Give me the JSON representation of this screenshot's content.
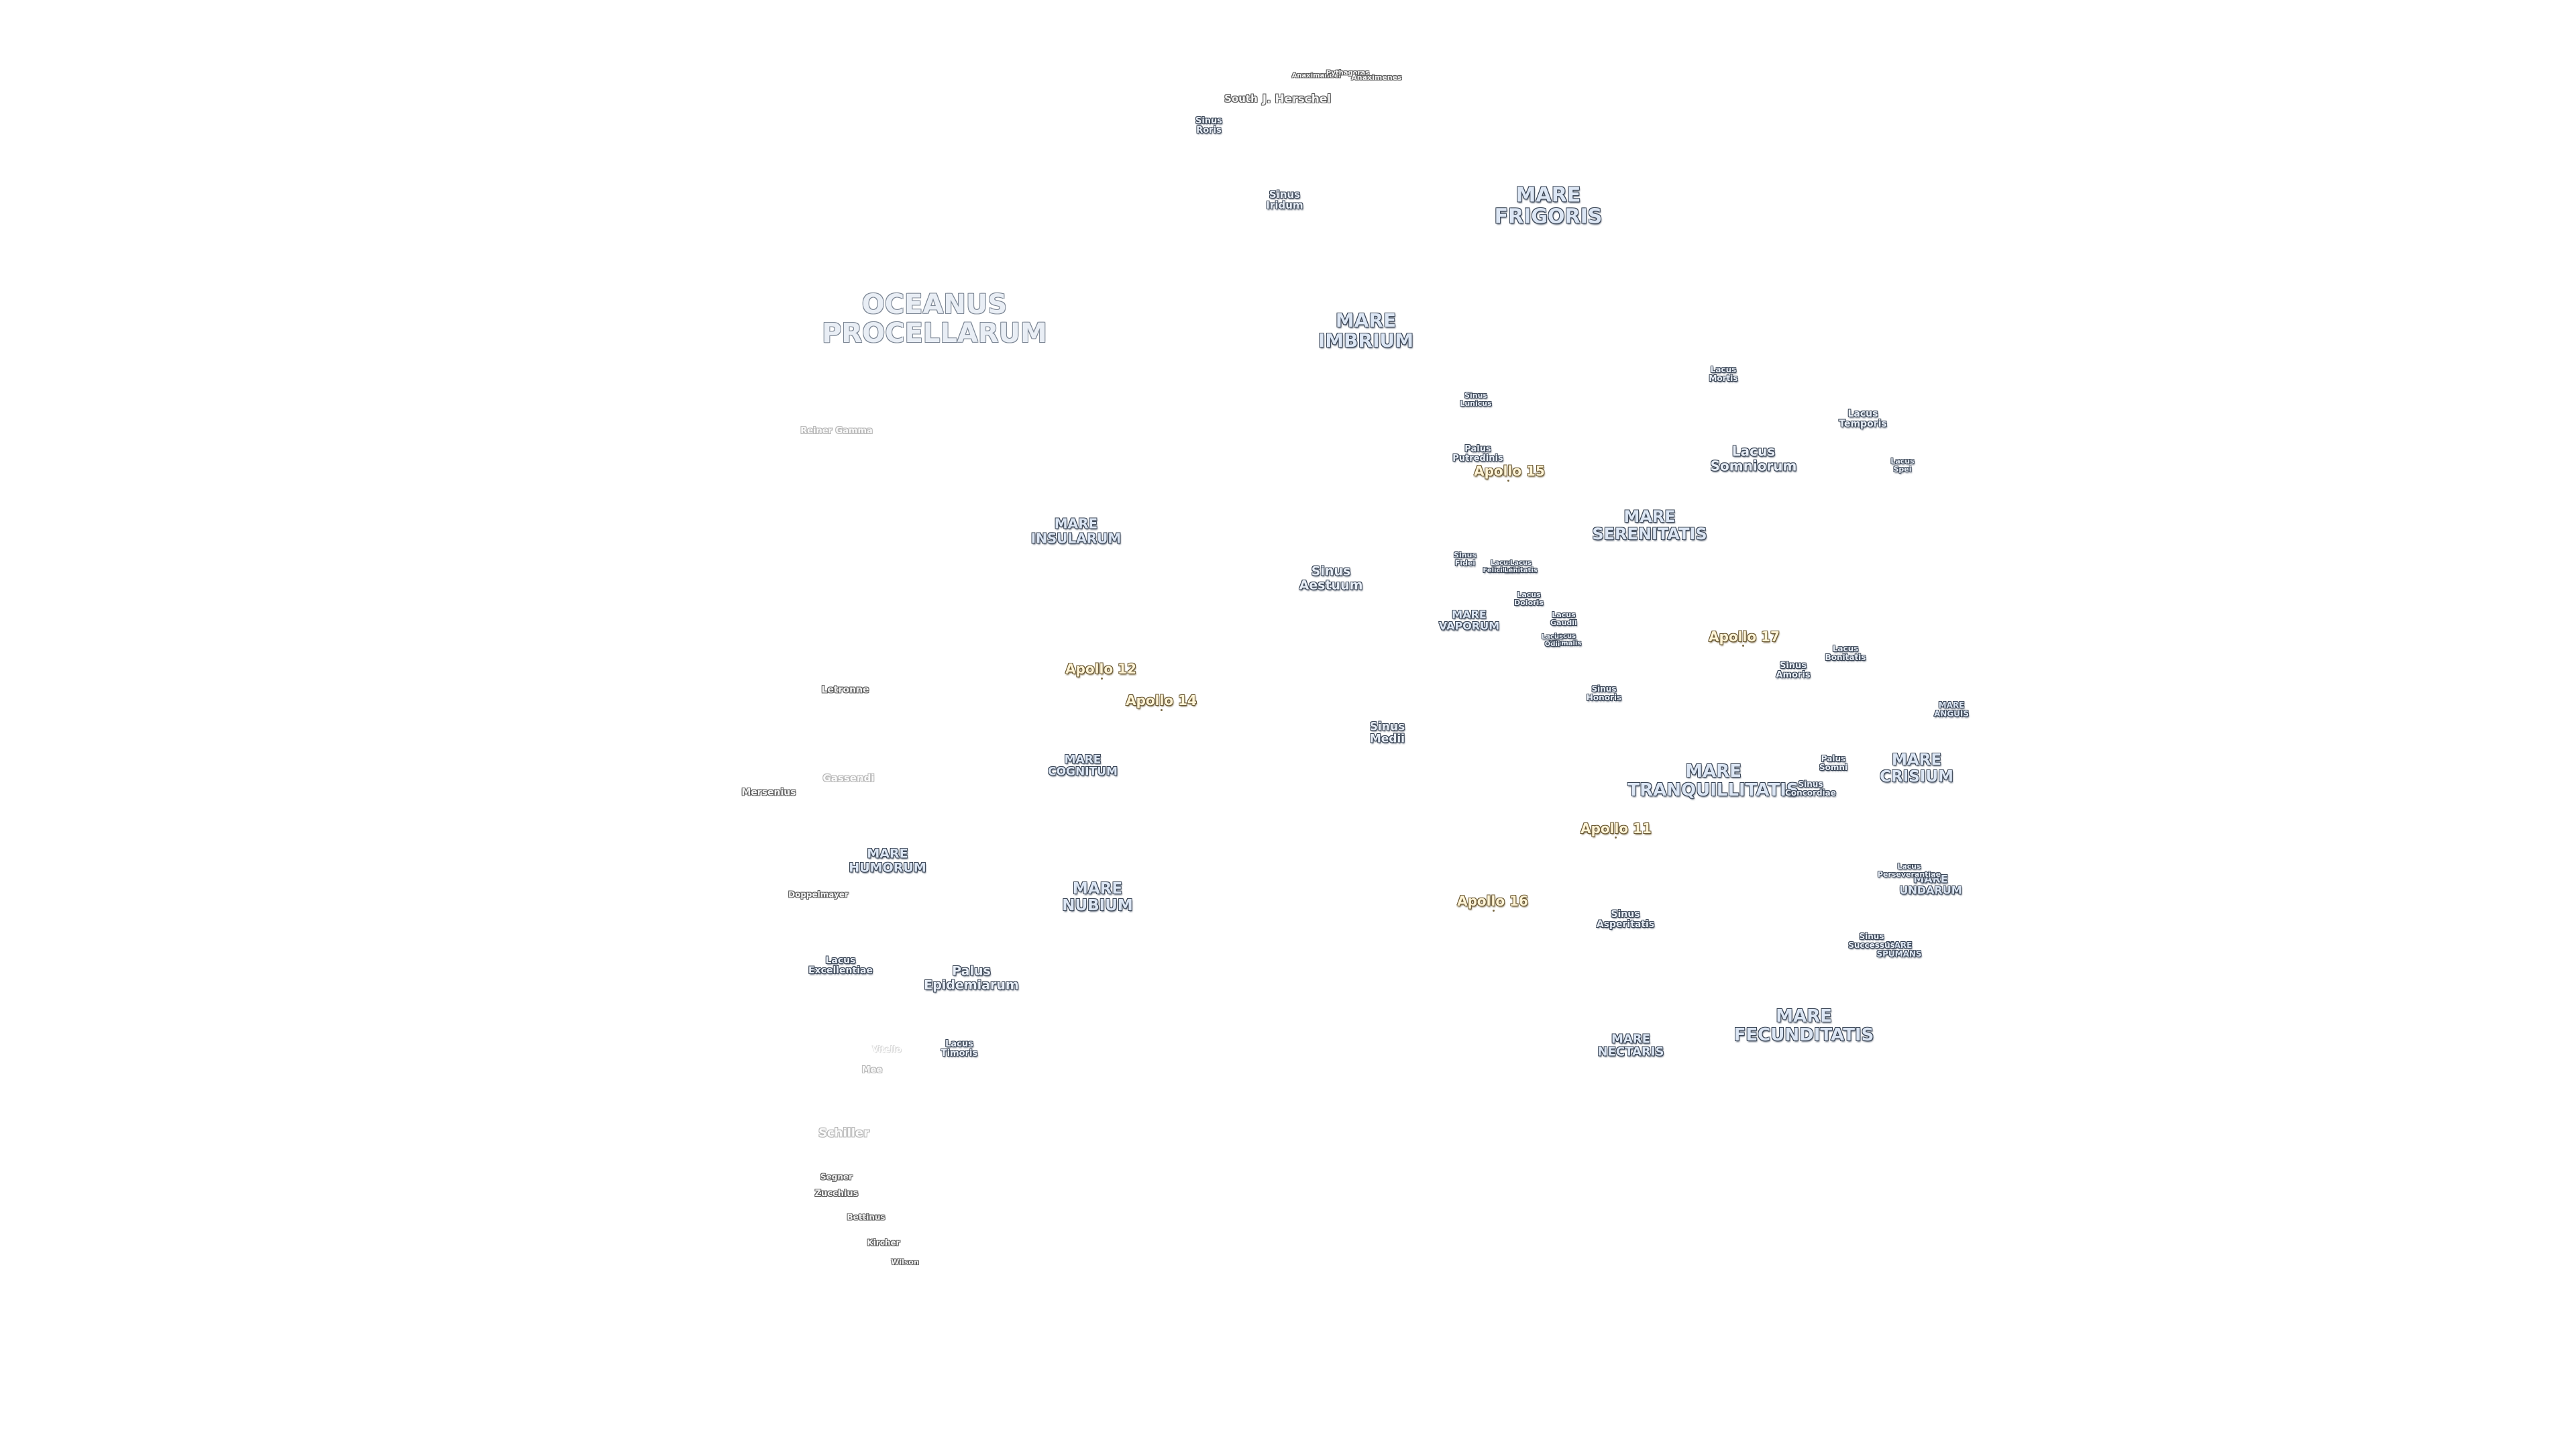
{
  "map": {
    "style": {
      "background": "#ffffff",
      "mare_label_color": "#dce6f4",
      "outline_color": "#3b4656",
      "apollo_label_color": "#fff4d6",
      "apollo_outline_color": "#6b5a36"
    },
    "labels": {
      "oceanus_procellarum": "OCEANUS\nPROCELLARUM",
      "mare_frigoris": "MARE\nFRIGORIS",
      "mare_imbrium": "MARE\nIMBRIUM",
      "mare_insularum": "MARE\nINSULARUM",
      "mare_serenitatis": "MARE\nSERENITATIS",
      "mare_vaporum": "MARE\nVAPORUM",
      "mare_cognitum": "MARE\nCOGNITUM",
      "mare_humorum": "MARE\nHUMORUM",
      "mare_nubium": "MARE\nNUBIUM",
      "mare_tranquillitatis": "MARE\nTRANQUILLITATIS",
      "mare_crisium": "MARE\nCRISIUM",
      "mare_anguis": "MARE\nANGUIS",
      "mare_undarum": "MARE\nUNDARUM",
      "mare_spumans": "MARE\nSPUMANS",
      "mare_nectaris": "MARE\nNECTARIS",
      "mare_fecunditatis": "MARE\nFECUNDITATIS",
      "sinus_roris": "Sinus\nRoris",
      "sinus_iridum": "Sinus\nIridum",
      "sinus_aestuum": "Sinus\nAestuum",
      "sinus_medii": "Sinus\nMedii",
      "sinus_lunicus": "Sinus\nLunicus",
      "sinus_fidei": "Sinus\nFidei",
      "sinus_honoris": "Sinus\nHonoris",
      "sinus_amoris": "Sinus\nAmoris",
      "sinus_concordiae": "Sinus\nConcordiae",
      "sinus_asperitatis": "Sinus\nAsperitatis",
      "sinus_successus": "Sinus\nSuccessus",
      "lacus_mortis": "Lacus\nMortis",
      "lacus_temporis": "Lacus\nTemporis",
      "lacus_somniorum": "Lacus\nSomniorum",
      "lacus_spei": "Lacus\nSpei",
      "lacus_felicitatis": "Lacus\nFelicitatis",
      "lacus_lenitatis": "Lacus\nLenitatis",
      "lacus_doloris": "Lacus\nDoloris",
      "lacus_gaudii": "Lacus\nGaudii",
      "lacus_hiemalis": "Lacus\nHiemalis",
      "lacus_odii": "Lacus\nOdii",
      "lacus_bonitatis": "Lacus\nBonitatis",
      "lacus_perseverantiae": "Lacus\nPerseverantiae",
      "lacus_excellentiae": "Lacus\nExcellentiae",
      "lacus_timoris": "Lacus\nTimoris",
      "palus_putredinis": "Palus\nPutredinis",
      "palus_somni": "Palus\nSomni",
      "palus_epidemiarum": "Palus\nEpidemiarum",
      "south": "South",
      "j_herschel": "J. Herschel",
      "anaximander": "Anaximander",
      "pythagoras": "Pythagoras",
      "anaximenes": "Anaximenes",
      "reiner_gamma": "Reiner Gamma",
      "letronne": "Letronne",
      "gassendi": "Gassendi",
      "mersenius": "Mersenius",
      "doppelmayer": "Doppelmayer",
      "schiller": "Schiller",
      "mee": "Mee",
      "vitello": "Vitello",
      "segner": "Segner",
      "zucchius": "Zucchius",
      "bettinus": "Bettinus",
      "kircher": "Kircher",
      "wilson": "Wilson"
    },
    "apollo_sites": {
      "apollo_11": "Apollo 11",
      "apollo_12": "Apollo 12",
      "apollo_14": "Apollo 14",
      "apollo_15": "Apollo 15",
      "apollo_16": "Apollo 16",
      "apollo_17": "Apollo 17"
    }
  }
}
